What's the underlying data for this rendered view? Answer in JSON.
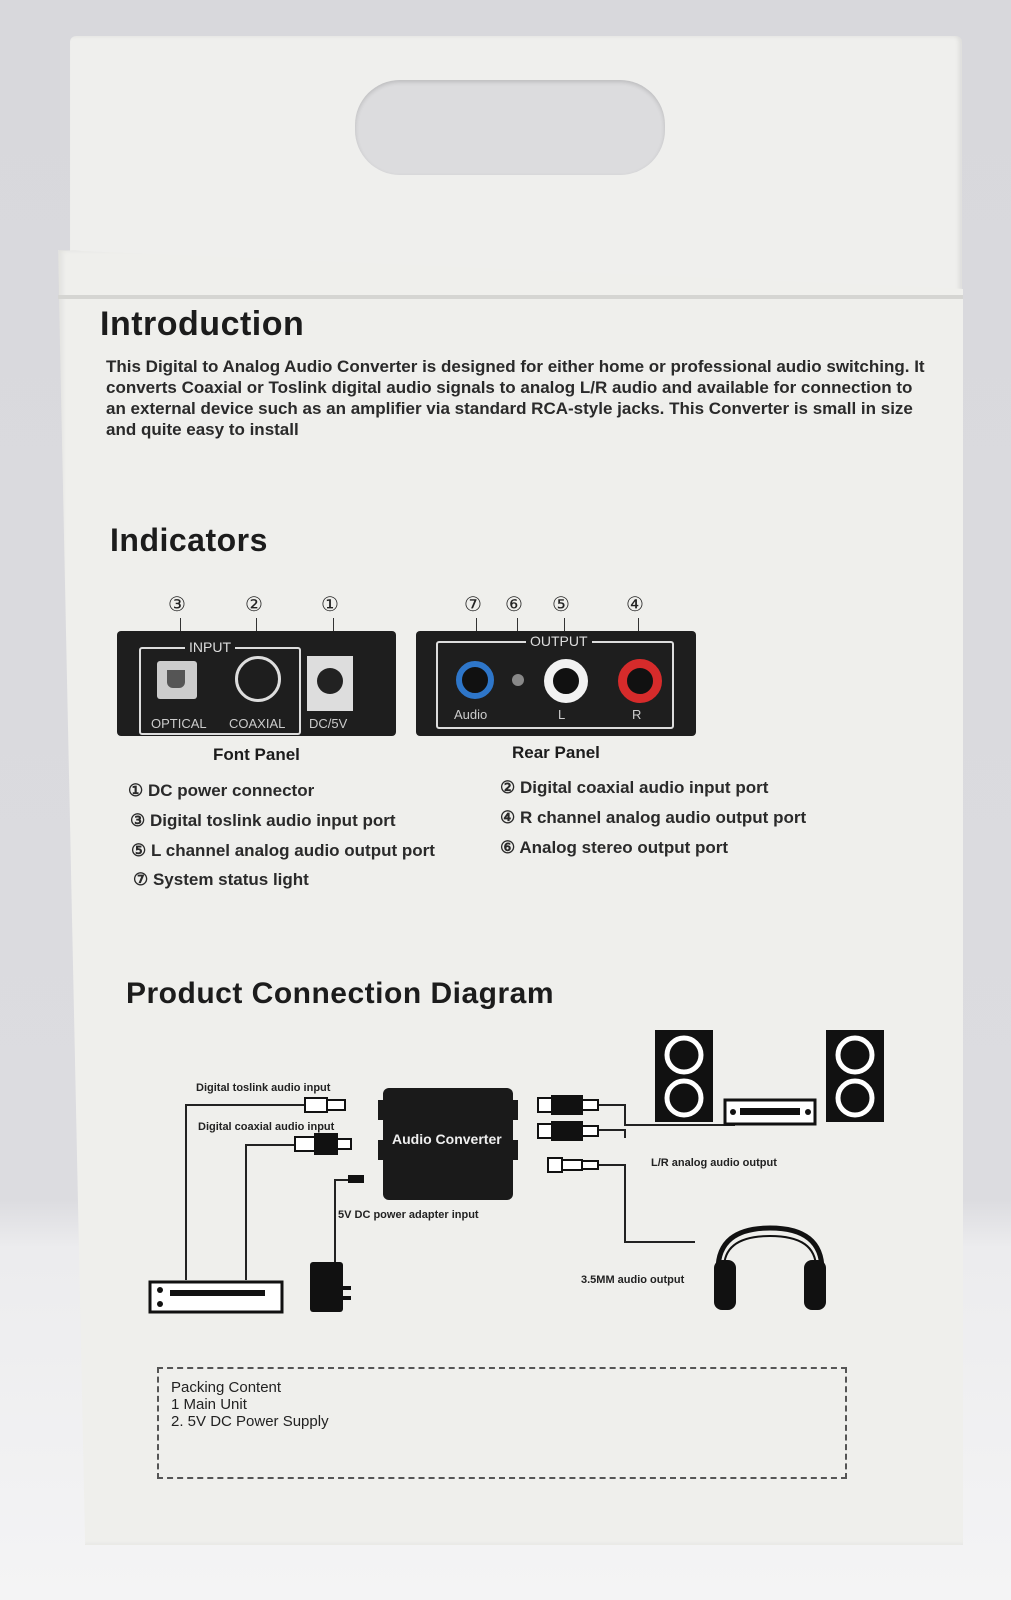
{
  "intro": {
    "title": "Introduction",
    "text": "This Digital to Analog Audio Converter is designed for either home or professional audio switching. It converts Coaxial or Toslink digital audio signals to analog L/R audio and available for connection to an external device such as an amplifier via standard RCA-style jacks. This Converter is small in size and quite easy to install"
  },
  "indicators": {
    "title": "Indicators",
    "front": {
      "caption": "Font Panel",
      "group": "INPUT",
      "optical": "OPTICAL",
      "coaxial": "COAXIAL",
      "dc": "DC/5V",
      "nums": [
        "③",
        "②",
        "①"
      ]
    },
    "rear": {
      "caption": "Rear Panel",
      "group": "OUTPUT",
      "audio": "Audio",
      "left": "L",
      "right": "R",
      "nums": [
        "⑦",
        "⑥",
        "⑤",
        "④"
      ]
    },
    "legend": [
      "① DC  power connector",
      "② Digital coaxial audio input port",
      "③ Digital toslink audio input port",
      "④ R channel analog audio output port",
      "⑤ L channel analog audio output port",
      "⑥ Analog stereo output port",
      "⑦ System status light"
    ]
  },
  "diagram": {
    "title": "Product Connection Diagram",
    "toslink": "Digital toslink audio input",
    "coaxial": "Digital coaxial audio input",
    "converter": "Audio Converter",
    "power": "5V DC power adapter input",
    "lr": "L/R analog audio output",
    "headphone": "3.5MM audio output"
  },
  "packing": {
    "title": "Packing Content",
    "items": [
      "1  Main Unit",
      "2. 5V DC Power Supply"
    ]
  }
}
